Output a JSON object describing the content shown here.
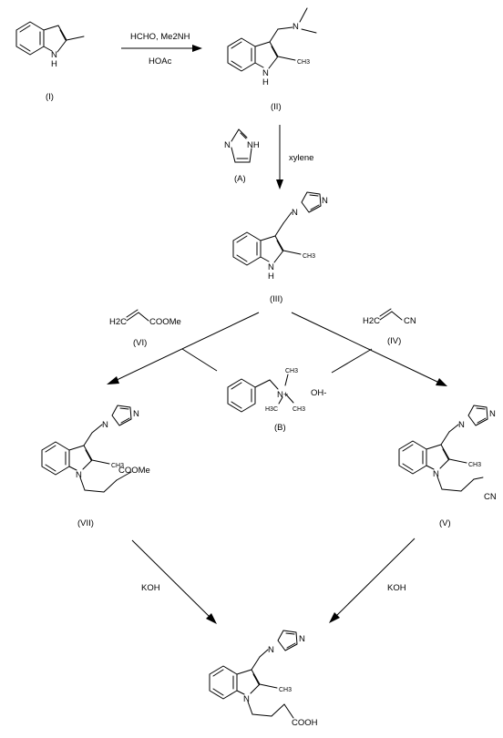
{
  "compounds": {
    "I": {
      "label": "(I)",
      "atoms": {
        "nh": "N",
        "nh_h": "H"
      }
    },
    "II": {
      "label": "(II)",
      "atoms": {
        "nh": "N",
        "nh_h": "H",
        "n_amine": "N",
        "ch3": "CH3"
      }
    },
    "A": {
      "label": "(A)",
      "atoms": {
        "n1": "N",
        "nh": "NH"
      }
    },
    "III": {
      "label": "(III)",
      "atoms": {
        "nh": "N",
        "nh_h": "H",
        "n_imid": "N",
        "n_imid2": "N",
        "ch3": "CH3"
      }
    },
    "VI": {
      "label": "(VI)",
      "atoms": {
        "h2c": "H2C",
        "ester": "COOMe"
      }
    },
    "IV": {
      "label": "(IV)",
      "atoms": {
        "h2c": "H2C",
        "cn": "CN"
      }
    },
    "B": {
      "label": "(B)",
      "atoms": {
        "n_plus": "N+",
        "ch3_top": "CH3",
        "ch3_left": "H3C",
        "ch3_right": "CH3",
        "oh": "OH-"
      }
    },
    "VII": {
      "label": "(VII)",
      "atoms": {
        "n_ind": "N",
        "n_imid": "N",
        "n_imid2": "N",
        "ch3": "CH3",
        "ester": "COOMe"
      }
    },
    "V": {
      "label": "(V)",
      "atoms": {
        "n_ind": "N",
        "n_imid": "N",
        "n_imid2": "N",
        "ch3": "CH3",
        "cn": "CN"
      }
    },
    "product": {
      "label": "",
      "atoms": {
        "n_ind": "N",
        "n_imid": "N",
        "n_imid2": "N",
        "ch3": "CH3",
        "acid": "COOH"
      }
    }
  },
  "reagents": {
    "step1_above": "HCHO, Me2NH",
    "step1_below": "HOAc",
    "step2": "xylene",
    "hydrolysis_left": "KOH",
    "hydrolysis_right": "KOH"
  }
}
